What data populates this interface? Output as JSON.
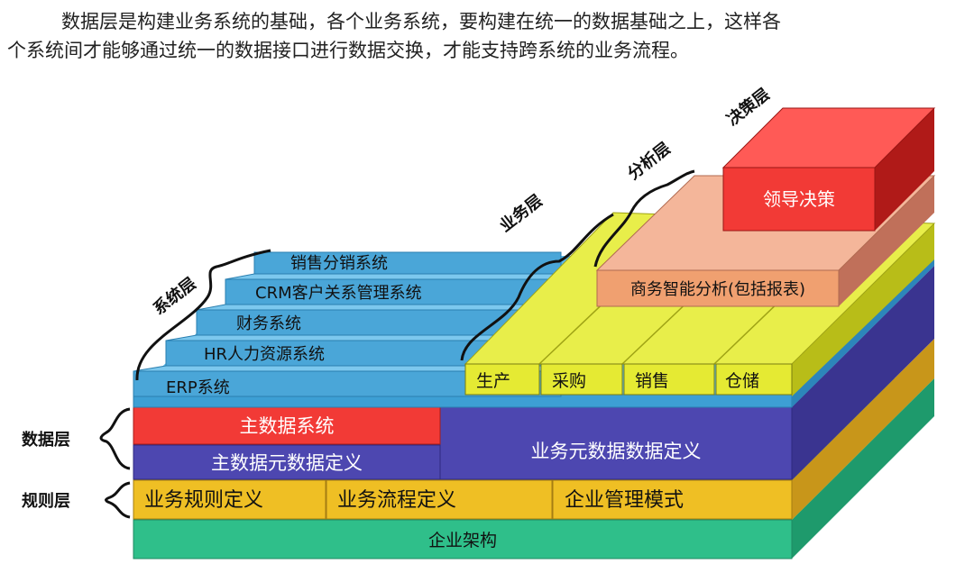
{
  "intro": {
    "line1": "数据层是构建业务系统的基础，各个业务系统，要构建在统一的数据基础之上，这样各",
    "line2": "个系统间才能够通过统一的数据接口进行数据交换，才能支持跨系统的业务流程。"
  },
  "layers": {
    "decision": "决策层",
    "analysis": "分析层",
    "business": "业务层",
    "system": "系统层",
    "data": "数据层",
    "rules": "规则层"
  },
  "blocks": {
    "leader_decision": "领导决策",
    "bi": "商务智能分析(包括报表)",
    "production": "生产",
    "purchase": "采购",
    "sales": "销售",
    "storage": "仓储",
    "sales_distribution": "销售分销系统",
    "crm": "CRM客户关系管理系统",
    "finance": "财务系统",
    "hr": "HR人力资源系统",
    "erp": "ERP系统",
    "master_data_system": "主数据系统",
    "master_metadata": "主数据元数据定义",
    "business_metadata": "业务元数据数据定义",
    "business_rules": "业务规则定义",
    "business_process": "业务流程定义",
    "mgmt_mode": "企业管理模式",
    "enterprise_arch": "企业架构"
  },
  "colors": {
    "red": "#f23a36",
    "blue_purple": "#4d47b0",
    "sky": "#4aa6d8",
    "yellow": "#e5ea33",
    "gold": "#efbf24",
    "teal": "#2fbf8a",
    "orange": "#f0a070",
    "pink": "#f2a9a0"
  }
}
